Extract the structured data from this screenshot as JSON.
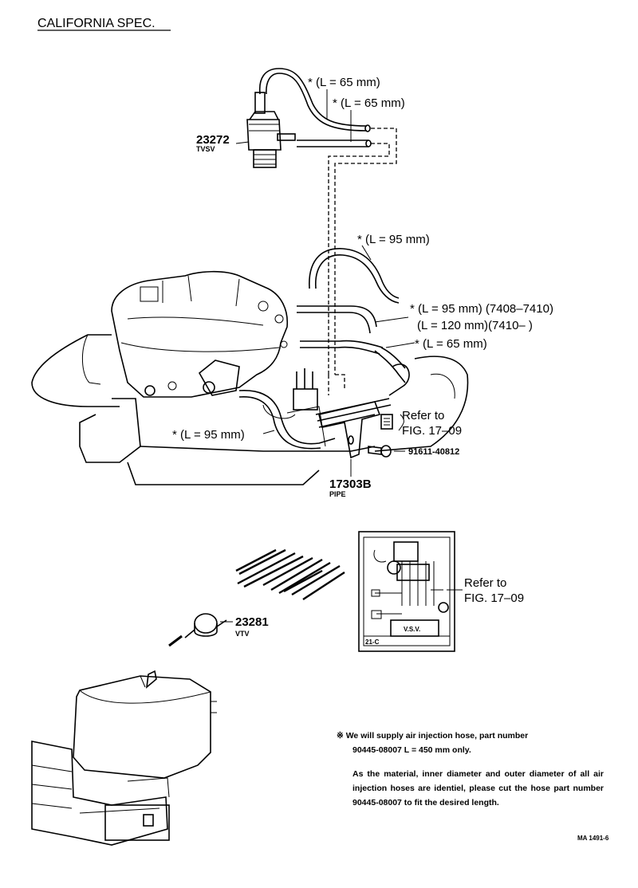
{
  "title": "CALIFORNIA SPEC.",
  "hose_labels": {
    "h1": "* (L = 65 mm)",
    "h2": "* (L = 65 mm)",
    "h3": "* (L = 95 mm)",
    "h4a": "* (L = 95 mm) (7408–7410)",
    "h4b": "(L = 120 mm)(7410–        )",
    "h5": "* (L = 65 mm)",
    "h6": "* (L = 95 mm)"
  },
  "parts": {
    "tvsv_number": "23272",
    "tvsv_name": "TVSV",
    "pipe_number": "17303B",
    "pipe_name": "PIPE",
    "bolt_number": "91611-40812",
    "vtv_number": "23281",
    "vtv_name": "VTV"
  },
  "references": {
    "ref1_line1": "Refer to",
    "ref1_line2": "FIG. 17–09",
    "ref2_line1": "Refer to",
    "ref2_line2": "FIG. 17–09"
  },
  "label_sheet": {
    "tag": "21-C",
    "vsv": "V.S.V."
  },
  "note": {
    "line1": "※ We will supply air injection hose,  part number",
    "line2": "90445-08007 L = 450 mm only.",
    "para2": "As the material, inner diameter and outer diameter of all air injection hoses  are identiel, please cut the hose  part number 90445-08007 to fit the desired length."
  },
  "figure_code": "MA 1491-6"
}
